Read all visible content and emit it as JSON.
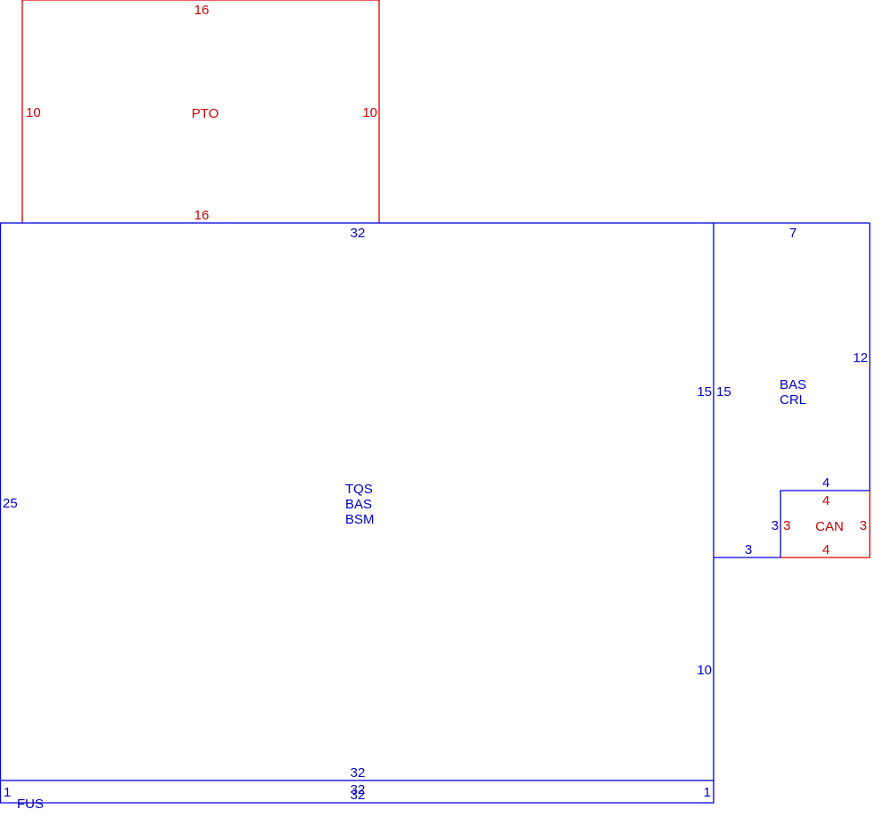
{
  "colors": {
    "blue": "#0000cc",
    "red": "#cc0000",
    "background": "#ffffff"
  },
  "sketch": {
    "pto": {
      "label": "PTO",
      "dims": {
        "top": "16",
        "bottom": "16",
        "left": "10",
        "right": "10"
      }
    },
    "main": {
      "labels": [
        "TQS",
        "BAS",
        "BSM"
      ],
      "dims": {
        "top": "32",
        "bottom": "32",
        "left": "25",
        "right_upper": "15",
        "right_lower": "10"
      }
    },
    "addition": {
      "labels": [
        "BAS",
        "CRL"
      ],
      "dims": {
        "top": "7",
        "left": "15",
        "right": "12",
        "bottom": "3",
        "inner_vertical": "3",
        "inner_horizontal": "4"
      }
    },
    "canopy": {
      "label": "CAN",
      "dims": {
        "top": "4",
        "bottom": "4",
        "left": "3",
        "right": "3"
      }
    },
    "fus": {
      "label": "FUS",
      "dims": {
        "top": "32",
        "bottom": "32",
        "left": "1",
        "right": "1"
      }
    }
  }
}
